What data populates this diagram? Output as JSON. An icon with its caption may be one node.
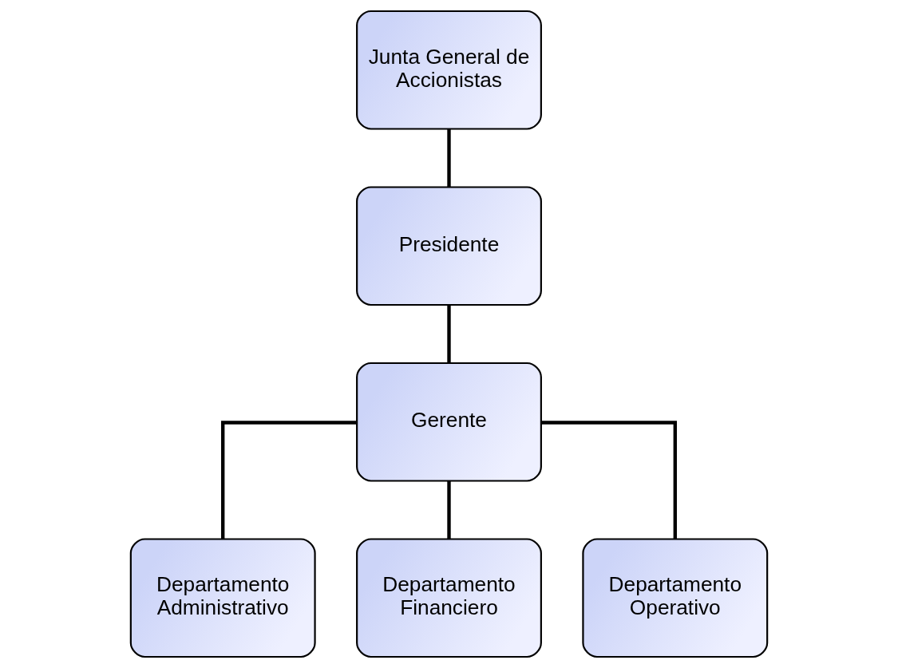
{
  "diagram": {
    "nodes": [
      {
        "text": [
          "Junta General de Accionistas"
        ]
      },
      {
        "text": [
          "Presidente"
        ]
      },
      {
        "text": [
          "Gerente"
        ]
      },
      {
        "text": [
          "Departamento Administrativo"
        ]
      },
      {
        "text": [
          "Departamento Financiero"
        ]
      },
      {
        "text": [
          "Departamento Operativo"
        ]
      }
    ],
    "edges": [
      {
        "from": 0,
        "to": 1,
        "arrow": "none"
      },
      {
        "from": 1,
        "to": 2,
        "arrow": "none"
      },
      {
        "from": 2,
        "to": 3,
        "arrow": "none"
      },
      {
        "from": 2,
        "to": 4,
        "arrow": "none"
      },
      {
        "from": 2,
        "to": 5,
        "arrow": "none"
      }
    ]
  }
}
